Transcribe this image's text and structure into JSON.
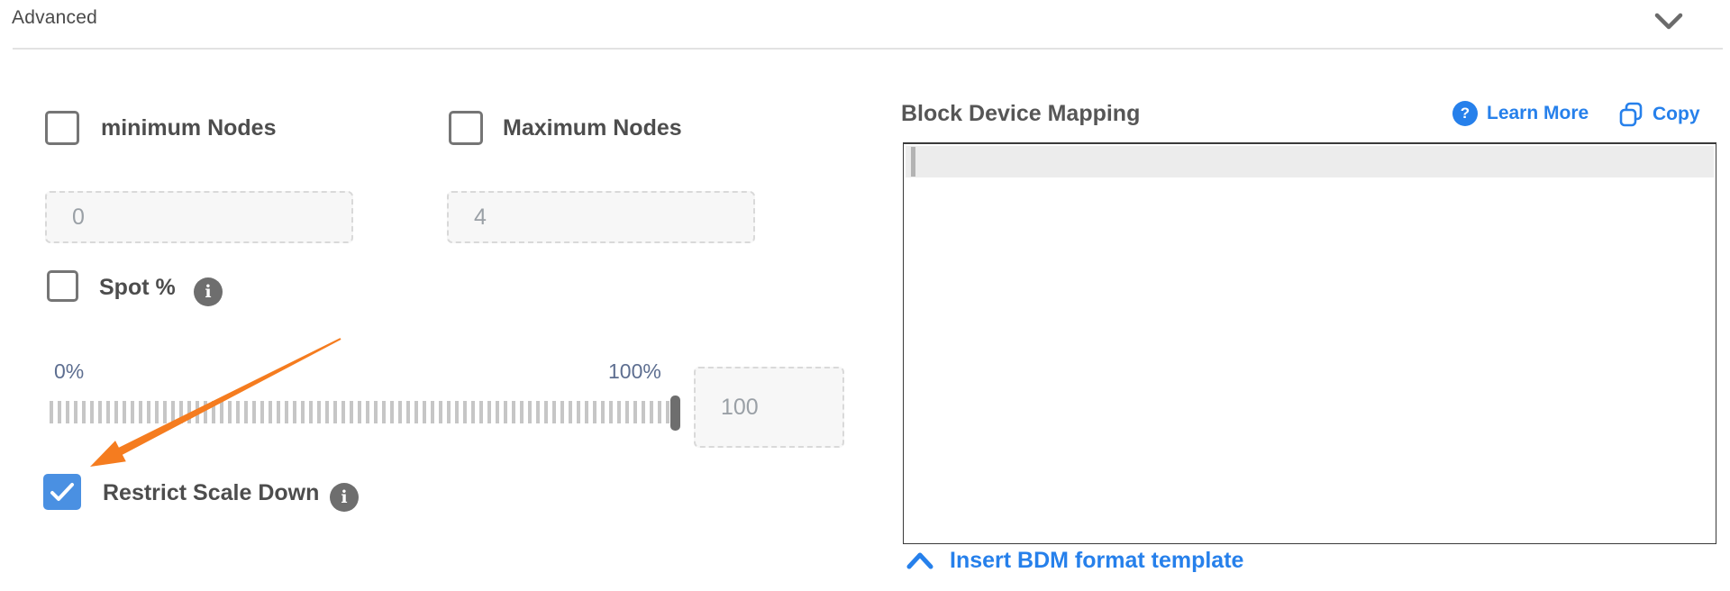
{
  "header": {
    "title": "Advanced",
    "collapse_icon": "chevron-down"
  },
  "left_panel": {
    "min_nodes": {
      "label": "minimum Nodes",
      "checked": false,
      "placeholder": "0"
    },
    "max_nodes": {
      "label": "Maximum Nodes",
      "checked": false,
      "placeholder": "4"
    },
    "spot": {
      "label": "Spot %",
      "checked": false,
      "info_icon": "info-circle"
    },
    "slider": {
      "min_label": "0%",
      "max_label": "100%",
      "value_placeholder": "100",
      "handle_position": "100%"
    },
    "restrict_scale_down": {
      "label": "Restrict Scale Down",
      "checked": true,
      "info_icon": "info-circle"
    }
  },
  "right_panel": {
    "title": "Block Device Mapping",
    "learn_more_label": "Learn More",
    "copy_label": "Copy",
    "editor": {
      "content": "",
      "cursor_visible": true
    },
    "insert_link_label": "Insert BDM format template"
  },
  "colors": {
    "link_blue": "#2680eb",
    "checkbox_checked_blue": "#4a90e2",
    "arrow_orange": "#f57c1f",
    "slider_label_slate": "#5d6e90",
    "checkbox_border_gray": "#757575"
  }
}
